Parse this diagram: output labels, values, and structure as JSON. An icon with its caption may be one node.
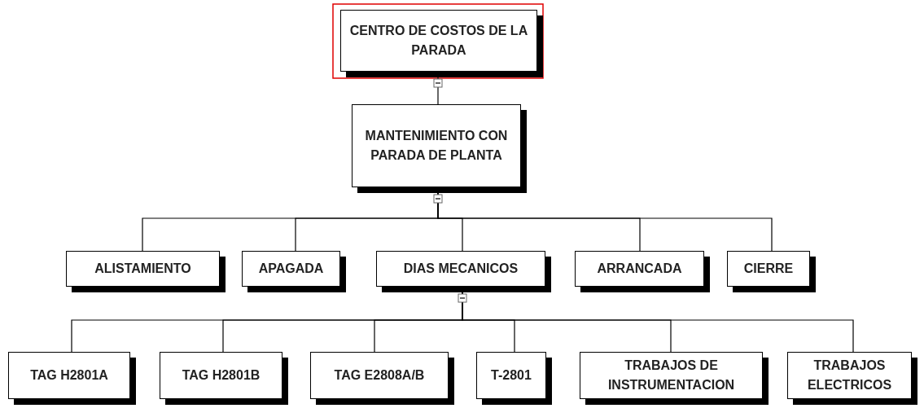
{
  "diagram": {
    "nodes": [
      {
        "text": [
          "CENTRO DE COSTOS DE LA PARADA"
        ]
      },
      {
        "text": [
          "MANTENIMIENTO CON PARADA DE PLANTA"
        ]
      },
      {
        "text": [
          "ALISTAMIENTO"
        ]
      },
      {
        "text": [
          "APAGADA"
        ]
      },
      {
        "text": [
          "DIAS MECANICOS"
        ]
      },
      {
        "text": [
          "ARRANCADA"
        ]
      },
      {
        "text": [
          "CIERRE"
        ]
      },
      {
        "text": [
          "TAG H2801A"
        ]
      },
      {
        "text": [
          "TAG H2801B"
        ]
      },
      {
        "text": [
          "TAG E2808A/B"
        ]
      },
      {
        "text": [
          "T-2801"
        ]
      },
      {
        "text": [
          "TRABAJOS DE INSTRUMENTACION"
        ]
      },
      {
        "text": [
          "TRABAJOS ELECTRICOS"
        ]
      }
    ],
    "edges": [
      {
        "from": 0,
        "to": 1,
        "arrow": "none"
      },
      {
        "from": 1,
        "to": 2,
        "arrow": "none"
      },
      {
        "from": 1,
        "to": 3,
        "arrow": "none"
      },
      {
        "from": 1,
        "to": 4,
        "arrow": "none"
      },
      {
        "from": 1,
        "to": 5,
        "arrow": "none"
      },
      {
        "from": 1,
        "to": 6,
        "arrow": "none"
      },
      {
        "from": 4,
        "to": 7,
        "arrow": "none"
      },
      {
        "from": 4,
        "to": 8,
        "arrow": "none"
      },
      {
        "from": 4,
        "to": 9,
        "arrow": "none"
      },
      {
        "from": 4,
        "to": 10,
        "arrow": "none"
      },
      {
        "from": 4,
        "to": 11,
        "arrow": "none"
      },
      {
        "from": 4,
        "to": 12,
        "arrow": "none"
      }
    ]
  }
}
